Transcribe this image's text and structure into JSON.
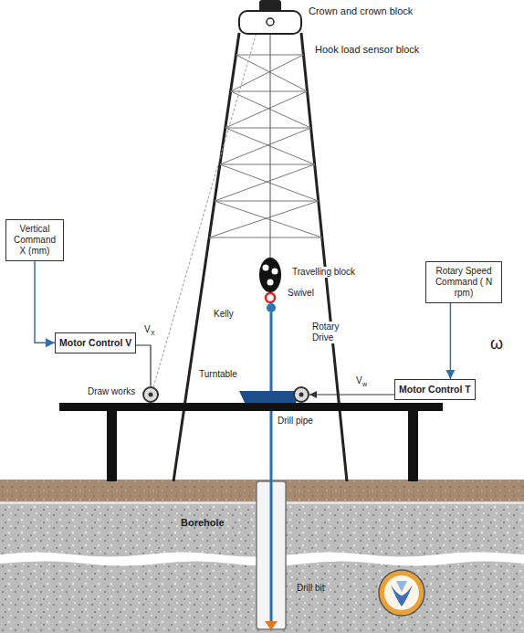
{
  "diagram": {
    "nodes": [
      {
        "text": [
          "Vertical Command X (mm)"
        ]
      },
      {
        "text": [
          "Motor Control V"
        ]
      },
      {
        "text": [
          "Rotary Speed Command ( N rpm)"
        ]
      },
      {
        "text": [
          "Motor Control T"
        ]
      }
    ],
    "edges": [
      {
        "from": 0,
        "to": 1,
        "arrow": "to"
      },
      {
        "from": 2,
        "to": 3,
        "arrow": "to"
      }
    ],
    "labels": [
      "Crown and crown block",
      "Hook load sensor block",
      "V",
      "X",
      "Travelling block",
      "Swivel",
      "Kelly",
      "Rotary Drive",
      "Turntable",
      "V",
      "w",
      "ω",
      "Draw works",
      "Drill pipe",
      "Borehole",
      "Drill bit"
    ]
  }
}
